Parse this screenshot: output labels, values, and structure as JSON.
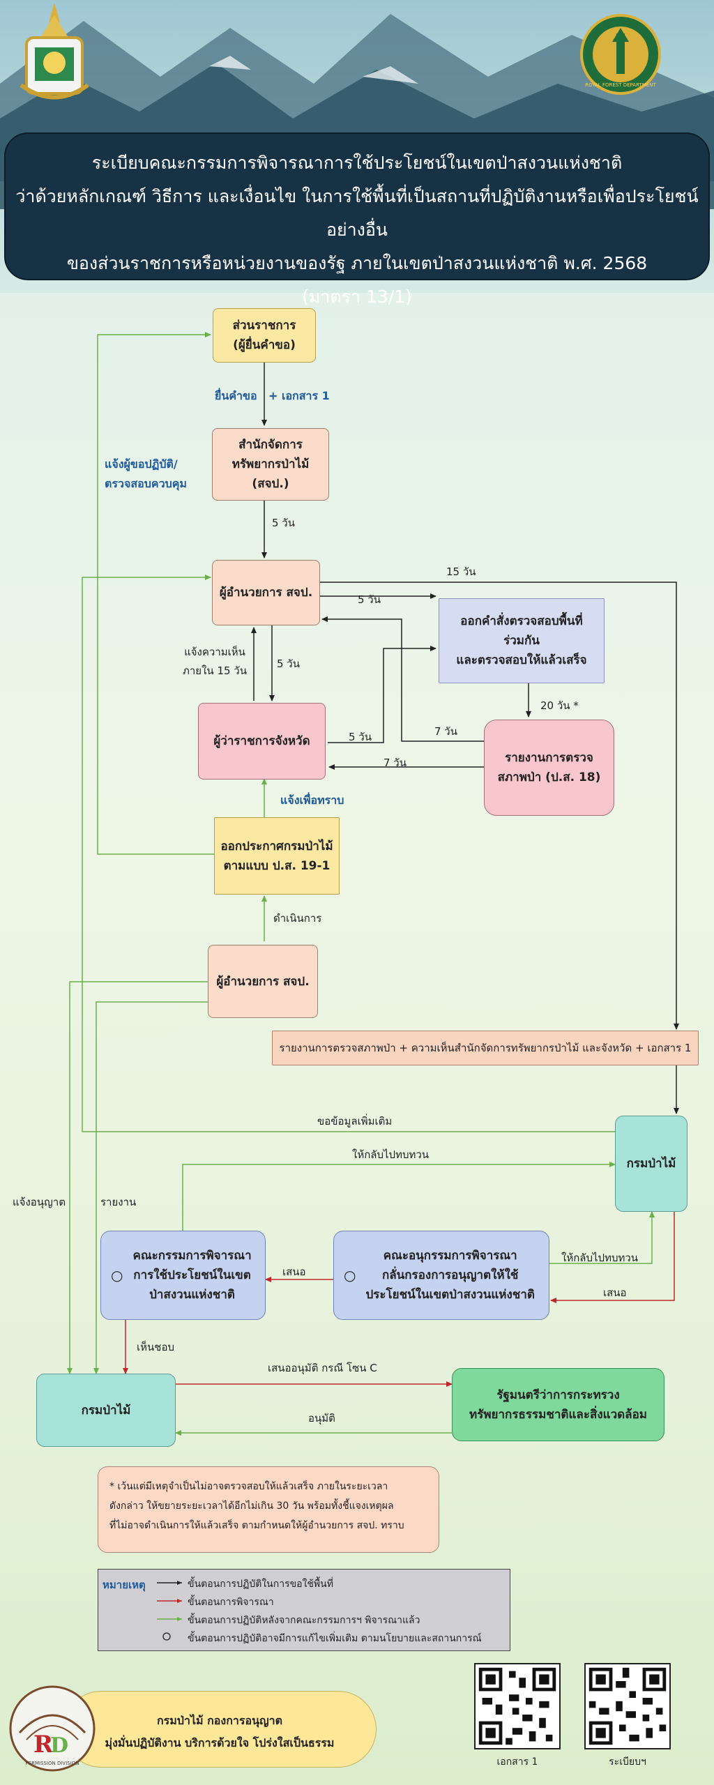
{
  "header": {
    "title_lines": [
      "ระเบียบคณะกรรมการพิจารณาการใช้ประโยชน์ในเขตป่าสงวนแห่งชาติ",
      "ว่าด้วยหลักเกณฑ์ วิธีการ และเงื่อนไข ในการใช้พื้นที่เป็นสถานที่ปฏิบัติงานหรือเพื่อประโยชน์อย่างอื่น",
      "ของส่วนราชการหรือหน่วยงานของรัฐ ภายในเขตป่าสงวนแห่งชาติ พ.ศ. 2568",
      "(มาตรา 13/1)"
    ],
    "right_logo_text": "ROYAL FOREST DEPARTMENT"
  },
  "nodes": {
    "applicant": [
      "ส่วนราชการ",
      "(ผู้ยื่นคำขอ)"
    ],
    "office": [
      "สำนักจัดการ",
      "ทรัพยากรป่าไม้",
      "(สจป.)"
    ],
    "director1": "ผู้อำนวยการ สจป.",
    "order": [
      "ออกคำสั่งตรวจสอบพื้นที่",
      "ร่วมกัน",
      "และตรวจสอบให้แล้วเสร็จ"
    ],
    "governor": "ผู้ว่าราชการจังหวัด",
    "report": [
      "รายงานการตรวจ",
      "สภาพป่า (ป.ส. 18)"
    ],
    "announce": [
      "ออกประกาศกรมป่าไม้",
      "ตามแบบ ป.ส. 19-1"
    ],
    "director2": "ผู้อำนวยการ สจป.",
    "summary": "รายงานการตรวจสภาพป่า + ความเห็นสำนักจัดการทรัพยากรป่าไม้ และจังหวัด + เอกสาร 1",
    "rfd1": "กรมป่าไม้",
    "committee": [
      "คณะกรรมการพิจารณา",
      "การใช้ประโยชน์ในเขต",
      "ป่าสงวนแห่งชาติ"
    ],
    "subcommittee": [
      "คณะอนุกรรมการพิจารณา",
      "กลั่นกรองการอนุญาตให้ใช้",
      "ประโยชน์ในเขตป่าสงวนแห่งชาติ"
    ],
    "rfd2": "กรมป่าไม้",
    "minister": [
      "รัฐมนตรีว่าการกระทรวง",
      "ทรัพยากรธรรมชาติและสิ่งแวดล้อม"
    ]
  },
  "labels": {
    "submit": "ยื่นคำขอ",
    "doc1": "+  เอกสาร 1",
    "notify_applicant": [
      "แจ้งผู้ขอปฏิบัติ/",
      "ตรวจสอบควบคุม"
    ],
    "d5_a": "5 วัน",
    "d15": "15 วัน",
    "d5_b": "5 วัน",
    "d5_c": "5 วัน",
    "d5_d": "5 วัน",
    "d20": "20 วัน *",
    "d7_a": "7 วัน",
    "d7_b": "7 วัน",
    "opinion": [
      "แจ้งความเห็น",
      "ภายใน 15 วัน"
    ],
    "inform": "แจ้งเพื่อทราบ",
    "proceed": "ดำเนินการ",
    "more_info": "ขอข้อมูลเพิ่มเติม",
    "review1": "ให้กลับไปทบทวน",
    "review2": "ให้กลับไปทบทวน",
    "notify_permit": "แจ้งอนุญาต",
    "report_back": "รายงาน",
    "propose1": "เสนอ",
    "propose2": "เสนอ",
    "agree": "เห็นชอบ",
    "propose_zone_c": "เสนออนุมัติ กรณี โซน C",
    "approve": "อนุมัติ"
  },
  "note_text": [
    "* เว้นแต่มีเหตุจำเป็นไม่อาจตรวจสอบให้แล้วเสร็จ ภายในระยะเวลา",
    "ดังกล่าว ให้ขยายระยะเวลาได้อีกไม่เกิน 30 วัน พร้อมทั้งชี้แจงเหตุผล",
    "ที่ไม่อาจดำเนินการให้แล้วเสร็จ ตามกำหนดให้ผู้อำนวยการ สจป. ทราบ"
  ],
  "legend": {
    "title": "หมายเหตุ",
    "items": [
      "ขั้นตอนการปฏิบัติในการขอใช้พื้นที่",
      "ขั้นตอนการพิจารณา",
      "ขั้นตอนการปฏิบัติหลังจากคณะกรรมการฯ พิจารณาแล้ว",
      "ขั้นตอนการปฏิบัติอาจมีการแก้ไขเพิ่มเติม ตามนโยบายและสถานการณ์"
    ],
    "colors": [
      "#222222",
      "#c0262c",
      "#6aaf4a"
    ]
  },
  "footer": {
    "line1": "กรมป่าไม้ กองการอนุญาต",
    "line2": "มุ่งมั่นปฏิบัติงาน  บริการด้วยใจ  โปร่งใสเป็นธรรม",
    "logo_text": "PERMISSION DIVISION",
    "qr1": "เอกสาร 1",
    "qr2": "ระเบียบฯ"
  }
}
